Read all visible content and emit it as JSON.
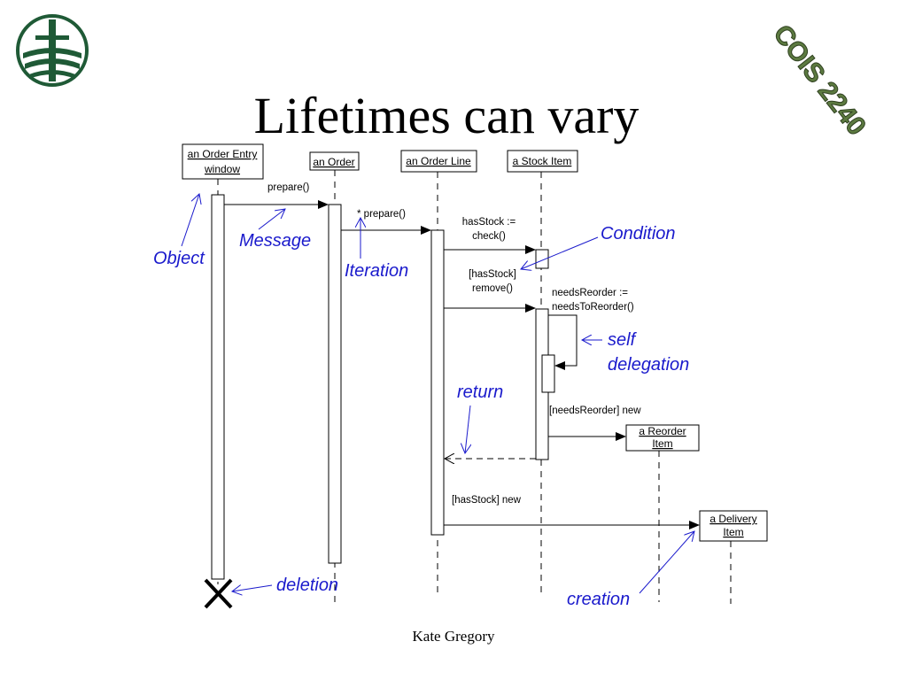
{
  "slide": {
    "title": "Lifetimes can vary",
    "footer": "Kate Gregory",
    "badge": "COIS 2240"
  },
  "objects": [
    {
      "line1": "an Order Entry",
      "line2": "window"
    },
    {
      "line1": "an Order"
    },
    {
      "line1": "an Order Line"
    },
    {
      "line1": "a Stock Item"
    },
    {
      "line1": "a Reorder",
      "line2": "Item"
    },
    {
      "line1": "a Delivery",
      "line2": "Item"
    }
  ],
  "messages": {
    "prepare": "prepare()",
    "iter_prepare": "* prepare()",
    "has_stock_1": "hasStock :=",
    "has_stock_2": "check()",
    "remove_1": "[hasStock]",
    "remove_2": "remove()",
    "needs_1": "needsReorder :=",
    "needs_2": "needsToReorder()",
    "needs_new": "[needsReorder] new",
    "has_new": "[hasStock] new"
  },
  "annotations": {
    "object": "Object",
    "message": "Message",
    "iteration": "Iteration",
    "condition": "Condition",
    "self_1": "self",
    "self_2": "delegation",
    "return": "return",
    "deletion": "deletion",
    "creation": "creation"
  },
  "colors": {
    "annotation": "#1a1acc",
    "logo_green": "#1f5a36",
    "badge_green": "#5c7a40"
  }
}
